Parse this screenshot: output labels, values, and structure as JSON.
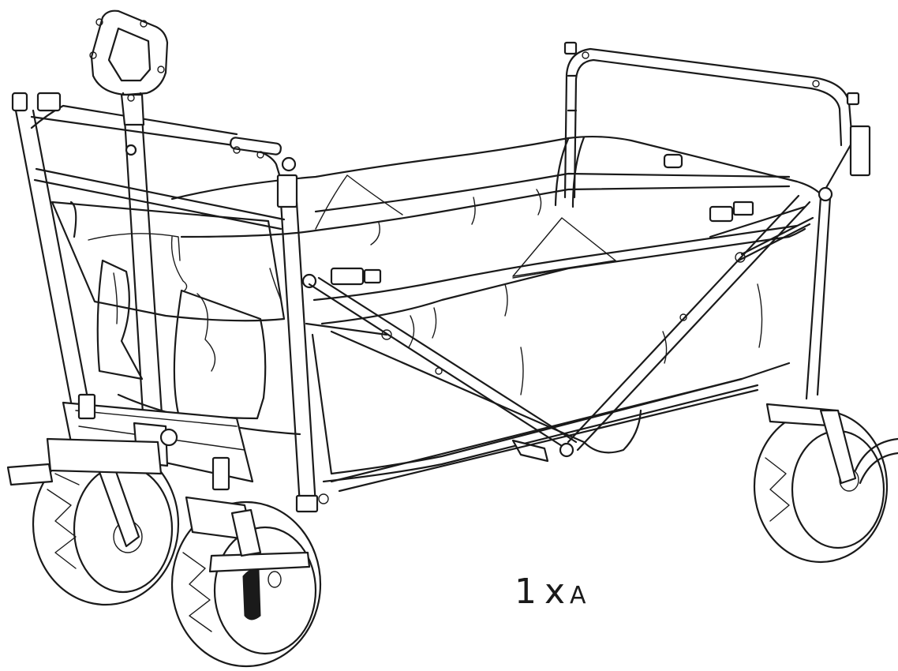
{
  "figure": {
    "label": {
      "quantity": "1",
      "separator": "x",
      "part": "A"
    },
    "colors": {
      "line": "#1a1a1a",
      "background": "#ffffff"
    },
    "icon": "folding-wagon-illustration"
  }
}
